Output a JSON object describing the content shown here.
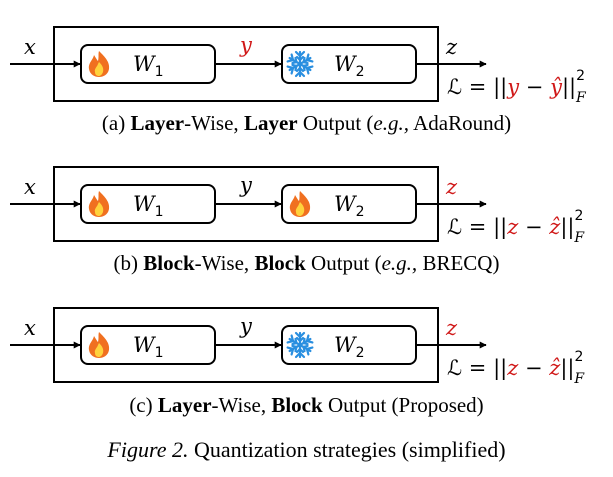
{
  "colors": {
    "ink": "#000000",
    "accent": "#d01818",
    "flame": "#f07020",
    "flame_core": "#ffd23c",
    "snow": "#2a8fe0"
  },
  "panels": [
    {
      "id": "a",
      "input_var": "x",
      "mid_var": "y",
      "out_var": "z",
      "w1": {
        "sym": "W",
        "sub": "1",
        "icon": "flame-icon"
      },
      "w2": {
        "sym": "W",
        "sub": "2",
        "icon": "snowflake-icon"
      },
      "mid_red": true,
      "out_red": false,
      "loss": {
        "lhs": "ℒ = ",
        "l": "||",
        "var": "y",
        "op": " − ",
        "hat": "ŷ",
        "r": "||",
        "sup": "2",
        "sub": "F"
      },
      "caption": {
        "p1": "(a) ",
        "b1": "Layer",
        "p2": "-Wise, ",
        "b2": "Layer",
        "p3": " Output (",
        "it": "e.g.,",
        "p4": " AdaRound)"
      }
    },
    {
      "id": "b",
      "input_var": "x",
      "mid_var": "y",
      "out_var": "z",
      "w1": {
        "sym": "W",
        "sub": "1",
        "icon": "flame-icon"
      },
      "w2": {
        "sym": "W",
        "sub": "2",
        "icon": "flame-icon"
      },
      "mid_red": false,
      "out_red": true,
      "loss": {
        "lhs": "ℒ = ",
        "l": "||",
        "var": "z",
        "op": " − ",
        "hat": "ẑ",
        "r": "||",
        "sup": "2",
        "sub": "F"
      },
      "caption": {
        "p1": "(b) ",
        "b1": "Block",
        "p2": "-Wise, ",
        "b2": "Block",
        "p3": " Output (",
        "it": "e.g.,",
        "p4": " ",
        "sc": "BRECQ",
        "p5": ")"
      }
    },
    {
      "id": "c",
      "input_var": "x",
      "mid_var": "y",
      "out_var": "z",
      "w1": {
        "sym": "W",
        "sub": "1",
        "icon": "flame-icon"
      },
      "w2": {
        "sym": "W",
        "sub": "2",
        "icon": "snowflake-icon"
      },
      "mid_red": false,
      "out_red": true,
      "loss": {
        "lhs": "ℒ = ",
        "l": "||",
        "var": "z",
        "op": " − ",
        "hat": "ẑ",
        "r": "||",
        "sup": "2",
        "sub": "F"
      },
      "caption": {
        "p1": "(c) ",
        "b1": "Layer",
        "p2": "-Wise, ",
        "b2": "Block",
        "p3": " Output (Proposed)"
      }
    }
  ],
  "figure_caption": {
    "label": "Figure 2.",
    "text": " Quantization strategies (simplified)"
  }
}
